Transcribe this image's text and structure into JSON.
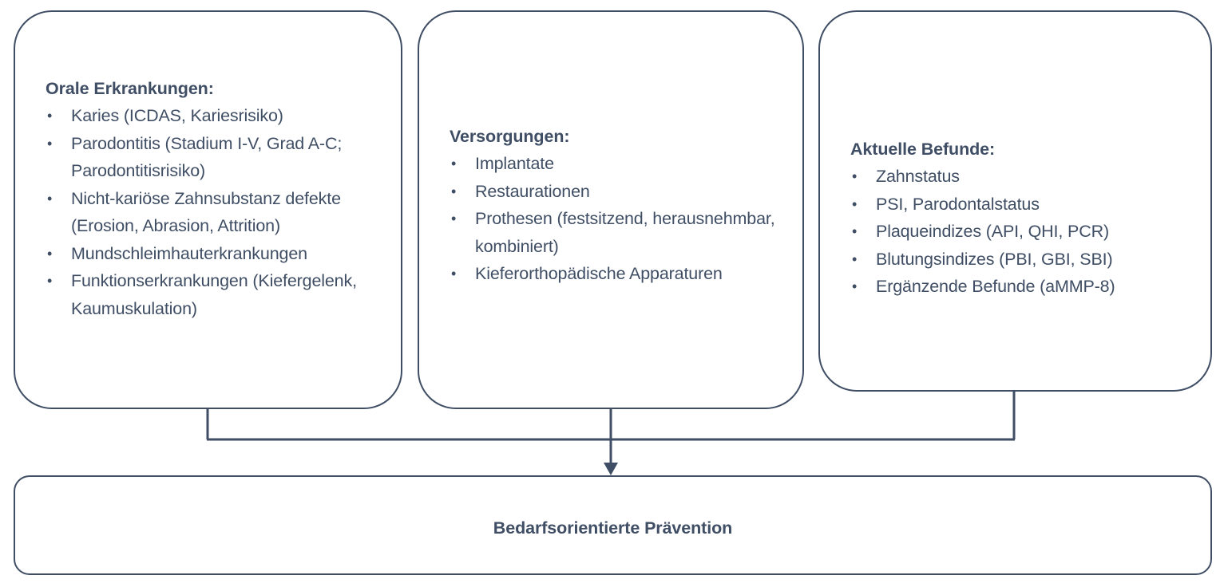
{
  "diagram": {
    "title": "Bedarfsorientierte Prävention",
    "stroke_color": "#3f4e64",
    "text_color": "#3f4e64",
    "background_color": "#ffffff",
    "boxes": [
      {
        "id": "orale-erkrankungen",
        "heading": "Orale Erkrankungen:",
        "items": [
          "Karies (ICDAS, Kariesrisiko)",
          "Parodontitis (Stadium I-V, Grad A-C; Parodontitisrisiko)",
          "Nicht-kariöse Zahnsubstanz defekte (Erosion, Abrasion, Attrition)",
          "Mundschleimhauterkrankungen",
          "Funktionserkrankungen (Kiefergelenk, Kaumuskulation)"
        ]
      },
      {
        "id": "versorgungen",
        "heading": "Versorgungen:",
        "items": [
          "Implantate",
          "Restaurationen",
          "Prothesen (festsitzend, herausnehmbar, kombiniert)",
          "Kieferorthopädische Apparaturen"
        ]
      },
      {
        "id": "aktuelle-befunde",
        "heading": "Aktuelle Befunde:",
        "items": [
          "Zahnstatus",
          "PSI, Parodontalstatus",
          "Plaqueindizes (API, QHI, PCR)",
          "Blutungsindizes (PBI, GBI, SBI)",
          "Ergänzende Befunde (aMMP-8)"
        ]
      }
    ],
    "result_box": {
      "id": "bedarfsorientierte-praevention",
      "label": "Bedarfsorientierte Prävention"
    }
  }
}
